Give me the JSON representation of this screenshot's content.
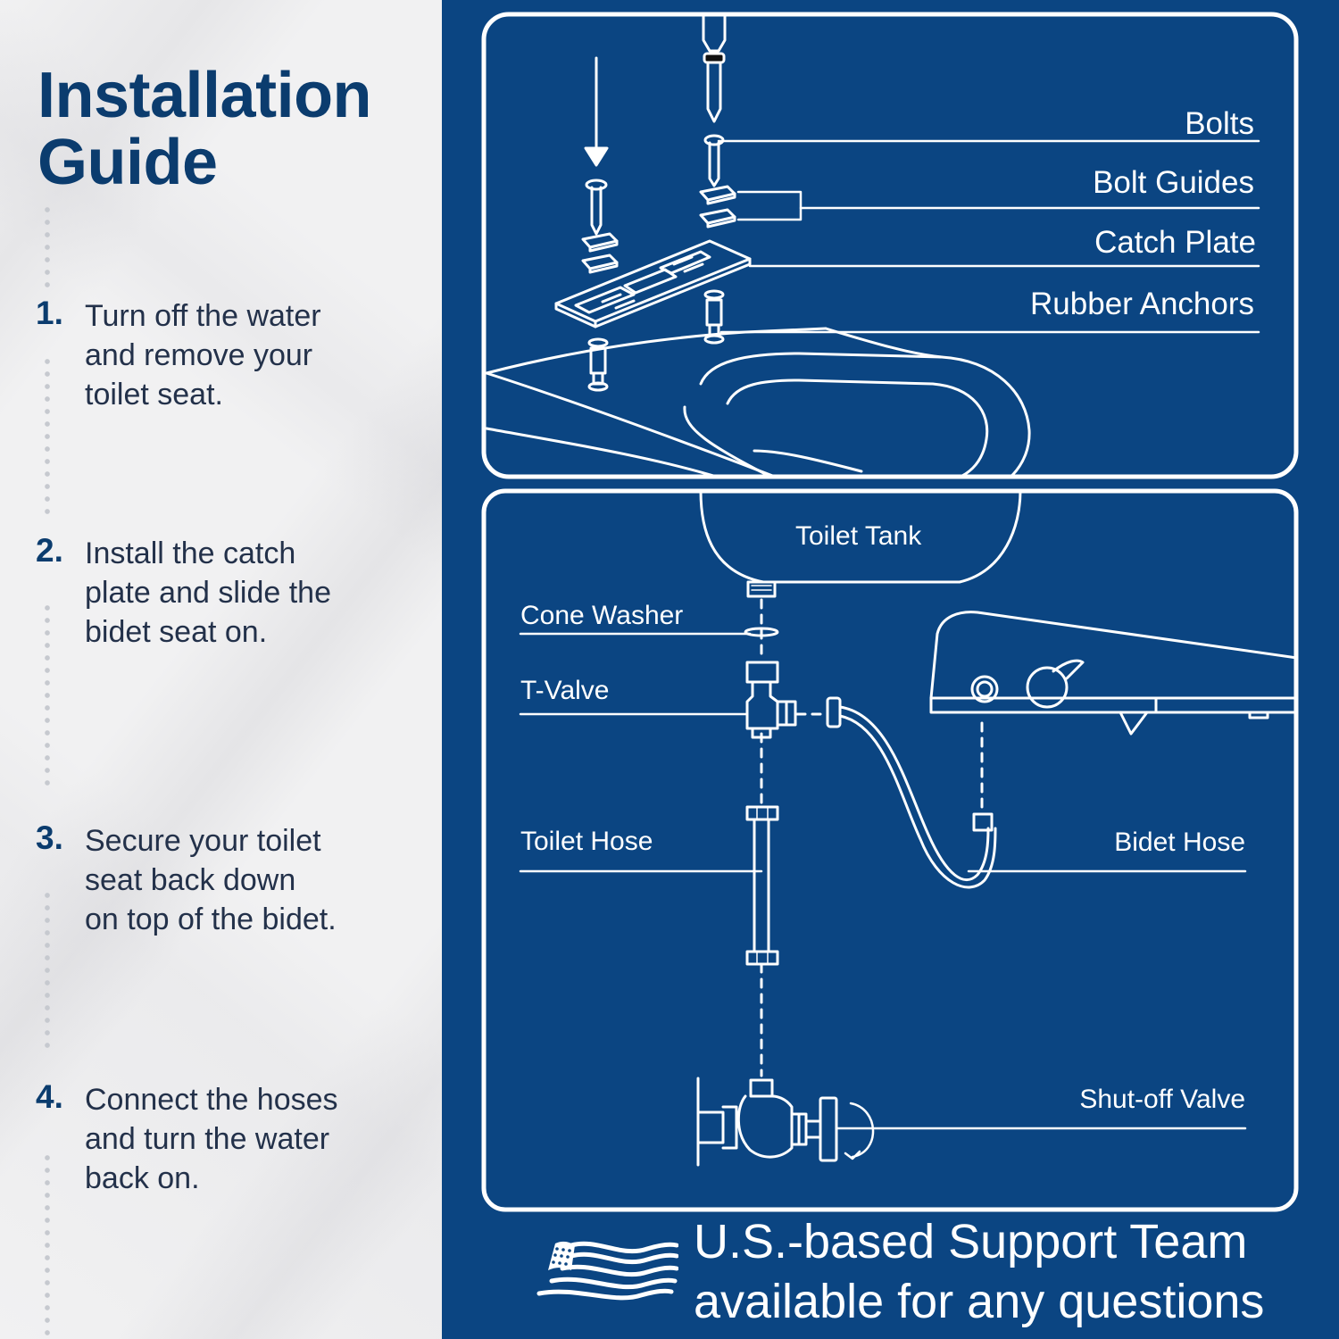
{
  "title": [
    "Installation",
    "Guide"
  ],
  "steps": [
    {
      "number": "1.",
      "lines": [
        "Turn off the water",
        "and remove your",
        "toilet seat."
      ]
    },
    {
      "number": "2.",
      "lines": [
        "Install the catch",
        "plate and slide the",
        "bidet seat on."
      ]
    },
    {
      "number": "3.",
      "lines": [
        "Secure your toilet",
        "seat back down",
        "on top of the bidet."
      ]
    },
    {
      "number": "4.",
      "lines": [
        "Connect the hoses",
        "and turn the water",
        "back on."
      ]
    }
  ],
  "top_panel_labels": {
    "bolts": "Bolts",
    "bolt_guides": "Bolt Guides",
    "catch_plate": "Catch Plate",
    "rubber_anchors": "Rubber Anchors"
  },
  "bottom_panel_labels": {
    "toilet_tank": "Toilet Tank",
    "cone_washer": "Cone Washer",
    "t_valve": "T-Valve",
    "toilet_hose": "Toilet Hose",
    "bidet_hose": "Bidet Hose",
    "shutoff_valve": "Shut-off Valve"
  },
  "support": [
    "U.S.-based Support Team",
    "available for any questions"
  ],
  "colors": {
    "navy": "#0b4582",
    "heading": "#0b3c6e",
    "text": "#23314a",
    "line": "#ffffff"
  },
  "icons": {
    "flag": "american-flag-icon",
    "arrow": "down-arrow-icon"
  }
}
